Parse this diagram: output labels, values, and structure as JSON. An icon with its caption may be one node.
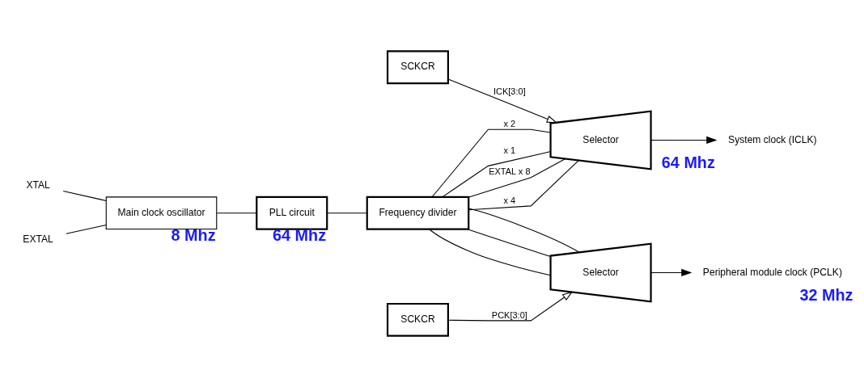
{
  "diagram": {
    "nodes": [
      {
        "text": [
          "XTAL"
        ]
      },
      {
        "text": [
          "EXTAL"
        ]
      },
      {
        "text": [
          "Main clock oscillator"
        ],
        "beside": [
          "8 Mhz"
        ]
      },
      {
        "text": [
          "PLL circuit"
        ],
        "beside": [
          "64 Mhz"
        ]
      },
      {
        "text": [
          "Frequency divider"
        ]
      },
      {
        "text": [
          "SCKCR"
        ]
      },
      {
        "text": [
          "Selector"
        ]
      },
      {
        "text": [
          "System clock (ICLK)"
        ],
        "beside": [
          "64 Mhz"
        ]
      },
      {
        "text": [
          "SCKCR"
        ]
      },
      {
        "text": [
          "Selector"
        ]
      },
      {
        "text": [
          "Peripheral module clock (PCLK)"
        ],
        "beside": [
          "32 Mhz"
        ]
      }
    ],
    "edges": [
      {
        "from": 0,
        "to": 2,
        "arrow": "none"
      },
      {
        "from": 1,
        "to": 2,
        "arrow": "none"
      },
      {
        "from": 2,
        "to": 3,
        "arrow": "none"
      },
      {
        "from": 3,
        "to": 4,
        "arrow": "none"
      },
      {
        "from": 4,
        "to": 6,
        "arrow": "none",
        "label": "EXTAL x 8"
      },
      {
        "from": 4,
        "to": 6,
        "arrow": "none",
        "label": "x 4"
      },
      {
        "from": 4,
        "to": 9,
        "arrow": "none"
      },
      {
        "from": 4,
        "to": 6,
        "arrow": "none",
        "label": "x 2"
      },
      {
        "from": 4,
        "to": 9,
        "arrow": "none"
      },
      {
        "from": 4,
        "to": 6,
        "arrow": "none",
        "label": "x 1"
      },
      {
        "from": 4,
        "to": 9,
        "arrow": "none"
      },
      {
        "from": 5,
        "to": 6,
        "arrow": "to",
        "label": "ICK[3:0]"
      },
      {
        "from": 6,
        "to": 7,
        "arrow": "to"
      },
      {
        "from": 8,
        "to": 9,
        "arrow": "to",
        "label": "PCK[3:0]"
      },
      {
        "from": 9,
        "to": 10,
        "arrow": "to"
      }
    ]
  }
}
